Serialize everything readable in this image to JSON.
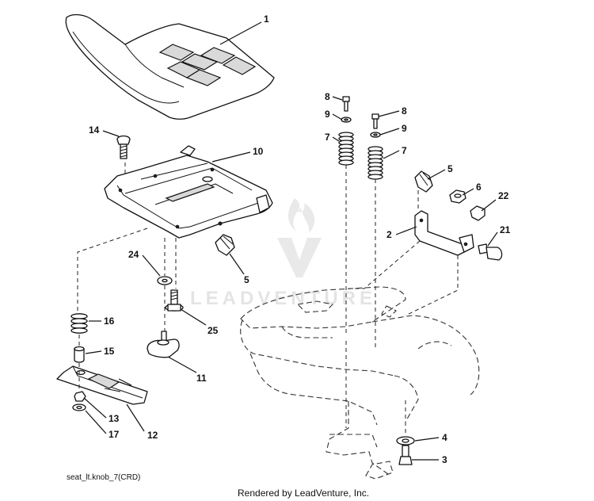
{
  "callouts": {
    "c1": "1",
    "c2": "2",
    "c3": "3",
    "c4": "4",
    "c5a": "5",
    "c5b": "5",
    "c6": "6",
    "c7a": "7",
    "c7b": "7",
    "c8a": "8",
    "c8b": "8",
    "c9a": "9",
    "c9b": "9",
    "c10": "10",
    "c11": "11",
    "c12": "12",
    "c13": "13",
    "c14": "14",
    "c15": "15",
    "c16": "16",
    "c17": "17",
    "c21": "21",
    "c22": "22",
    "c24": "24",
    "c25": "25"
  },
  "caption": "seat_lt.knob_7(CRD)",
  "footer": "Rendered by LeadVenture, Inc.",
  "watermark": "LEADVENTURE"
}
